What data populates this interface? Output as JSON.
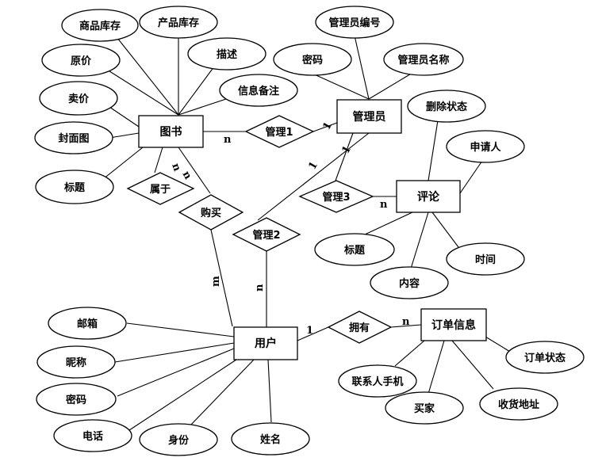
{
  "entities": {
    "book": "图书",
    "admin": "管理员",
    "comment": "评论",
    "user": "用户",
    "order": "订单信息"
  },
  "relations": {
    "manage1": "管理1",
    "manage2": "管理2",
    "manage3": "管理3",
    "belong": "属于",
    "purchase": "购买",
    "own": "拥有"
  },
  "attributes": {
    "book_goods_stock": "商品库存",
    "book_product_stock": "产品库存",
    "book_desc": "描述",
    "book_original_price": "原价",
    "book_note": "信息备注",
    "book_price": "卖价",
    "book_cover": "封面图",
    "book_title": "标题",
    "admin_id": "管理员编号",
    "admin_password": "密码",
    "admin_name": "管理员名称",
    "comment_delete_status": "删除状态",
    "comment_applicant": "申请人",
    "comment_title": "标题",
    "comment_time": "时间",
    "comment_content": "内容",
    "user_email": "邮箱",
    "user_nickname": "昵称",
    "user_password": "密码",
    "user_phone": "电话",
    "user_identity": "身份",
    "user_name": "姓名",
    "order_contact_phone": "联系人手机",
    "order_buyer": "买家",
    "order_address": "收货地址",
    "order_status": "订单状态"
  },
  "cardinalities": {
    "book_manage1": "n",
    "admin_manage1": "1",
    "admin_manage2": "1",
    "user_manage2": "n",
    "admin_manage3": "1",
    "comment_manage3": "n",
    "book_belong": "n",
    "book_purchase": "n",
    "user_purchase": "m",
    "user_own": "1",
    "order_own": "n"
  }
}
